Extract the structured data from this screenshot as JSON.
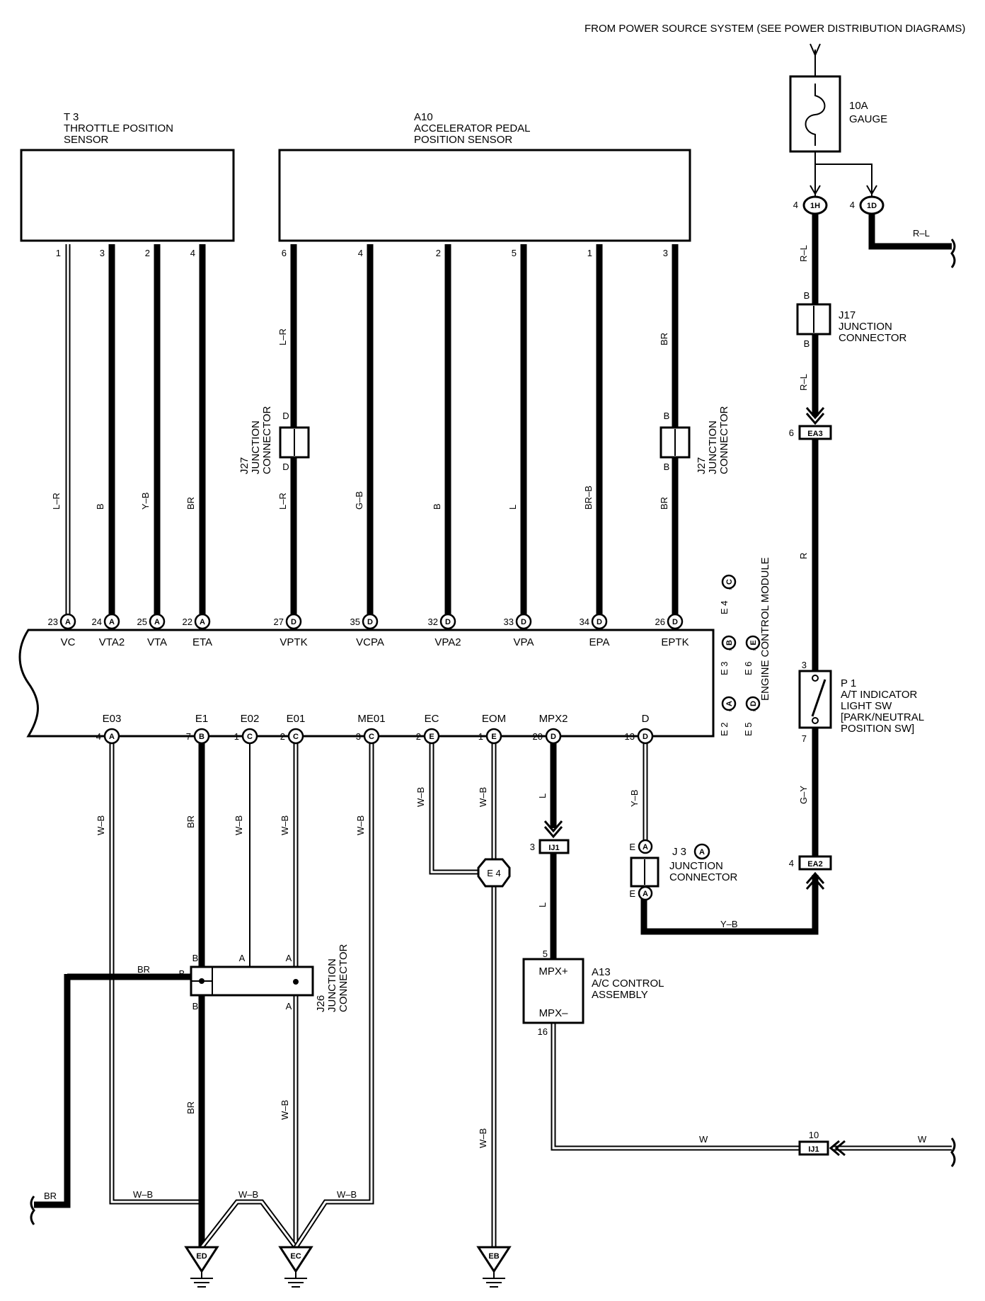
{
  "power_source": "FROM POWER SOURCE SYSTEM (SEE POWER DISTRIBUTION DIAGRAMS)",
  "fuse": {
    "rating": "10A",
    "name": "GAUGE"
  },
  "components": {
    "t3": {
      "id": "T 3",
      "line1": "THROTTLE POSITION",
      "line2": "SENSOR"
    },
    "a10": {
      "id": "A10",
      "line1": "ACCELERATOR PEDAL",
      "line2": "POSITION SENSOR"
    },
    "j17": {
      "id": "J17",
      "line1": "JUNCTION",
      "line2": "CONNECTOR"
    },
    "j27": {
      "id": "J27",
      "line1": "JUNCTION",
      "line2": "CONNECTOR"
    },
    "j26": {
      "id": "J26",
      "line1": "JUNCTION",
      "line2": "CONNECTOR"
    },
    "j3": {
      "id": "J 3",
      "cl": "A",
      "line1": "JUNCTION",
      "line2": "CONNECTOR"
    },
    "p1": {
      "id": "P 1",
      "line1": "A/T INDICATOR",
      "line2": "LIGHT SW",
      "line3": "[PARK/NEUTRAL",
      "line4": "POSITION SW]"
    },
    "a13": {
      "id": "A13",
      "line1": "A/C CONTROL",
      "line2": "ASSEMBLY",
      "t_plus": "MPX+",
      "t_minus": "MPX–"
    },
    "ecm": {
      "name": "ENGINE CONTROL MODULE",
      "sep": ",",
      "plugs": [
        {
          "id": "E 2",
          "cl": "A"
        },
        {
          "id": "E 3",
          "cl": "B"
        },
        {
          "id": "E 4",
          "cl": "C"
        },
        {
          "id": "E 5",
          "cl": "D"
        },
        {
          "id": "E 6",
          "cl": "E"
        }
      ]
    }
  },
  "ecm_top_terminals": [
    {
      "pin": "23",
      "cl": "A",
      "name": "VC"
    },
    {
      "pin": "24",
      "cl": "A",
      "name": "VTA2"
    },
    {
      "pin": "25",
      "cl": "A",
      "name": "VTA"
    },
    {
      "pin": "22",
      "cl": "A",
      "name": "ETA"
    },
    {
      "pin": "27",
      "cl": "D",
      "name": "VPTK"
    },
    {
      "pin": "35",
      "cl": "D",
      "name": "VCPA"
    },
    {
      "pin": "32",
      "cl": "D",
      "name": "VPA2"
    },
    {
      "pin": "33",
      "cl": "D",
      "name": "VPA"
    },
    {
      "pin": "34",
      "cl": "D",
      "name": "EPA"
    },
    {
      "pin": "26",
      "cl": "D",
      "name": "EPTK"
    }
  ],
  "ecm_bottom_terminals": [
    {
      "pin": "4",
      "cl": "A",
      "name": "E03"
    },
    {
      "pin": "7",
      "cl": "B",
      "name": "E1"
    },
    {
      "pin": "1",
      "cl": "C",
      "name": "E02"
    },
    {
      "pin": "2",
      "cl": "C",
      "name": "E01"
    },
    {
      "pin": "3",
      "cl": "C",
      "name": "ME01"
    },
    {
      "pin": "2",
      "cl": "E",
      "name": "EC"
    },
    {
      "pin": "1",
      "cl": "E",
      "name": "EOM"
    },
    {
      "pin": "20",
      "cl": "D",
      "name": "MPX2"
    },
    {
      "pin": "13",
      "cl": "D",
      "name": "D"
    }
  ],
  "sensor_pins": {
    "t3": [
      "1",
      "3",
      "2",
      "4"
    ],
    "a10": [
      "6",
      "4",
      "2",
      "5",
      "1",
      "3"
    ]
  },
  "wire_colors": {
    "top": [
      "L–R",
      "B",
      "Y–B",
      "BR",
      "L–R",
      "G–B",
      "B",
      "L",
      "BR–B",
      "BR"
    ],
    "a10_upper": {
      "vptk": "L–R",
      "eptk": "BR"
    },
    "bottom": {
      "e03": "W–B",
      "e1_upper": "BR",
      "e02": "W–B",
      "e01_upper": "W–B",
      "me01": "W–B",
      "ec": "W–B",
      "eom": "W–B",
      "eom_lower": "W–B",
      "mpx2_upper": "L",
      "mpx2_lower": "L",
      "d": "Y–B",
      "e1_lower": "BR",
      "e01_lower": "W–B",
      "br_branch": "BR",
      "br_left": "BR",
      "gnd_wb1": "W–B",
      "gnd_wb2": "W–B",
      "gnd_wb3": "W–B"
    },
    "right": {
      "rl1": "R–L",
      "rl2": "R–L",
      "r": "R",
      "gy": "G–Y",
      "rl_branch": "R–L",
      "yb": "Y–B",
      "w1": "W",
      "w2": "W"
    }
  },
  "junction_letters": {
    "j27": [
      "D",
      "D",
      "B",
      "B"
    ],
    "j17": [
      "B",
      "B"
    ],
    "j26": [
      "B",
      "B",
      "B",
      "A",
      "A",
      "A"
    ],
    "j3": [
      "E",
      "A",
      "E",
      "A"
    ]
  },
  "connectors": {
    "c1h": {
      "pin": "4",
      "label": "1H"
    },
    "c1d": {
      "pin": "4",
      "label": "1D"
    },
    "ea3": {
      "pin": "6",
      "label": "EA3"
    },
    "ea2": {
      "pin": "4",
      "label": "EA2"
    },
    "ij1_a": {
      "pin": "3",
      "label": "IJ1"
    },
    "ij1_b": {
      "pin": "10",
      "label": "IJ1"
    },
    "a13_pins": [
      "5",
      "16"
    ],
    "p1_pins": [
      "3",
      "7"
    ]
  },
  "grounds": [
    "ED",
    "EC",
    "EB"
  ],
  "splice": "E 4"
}
